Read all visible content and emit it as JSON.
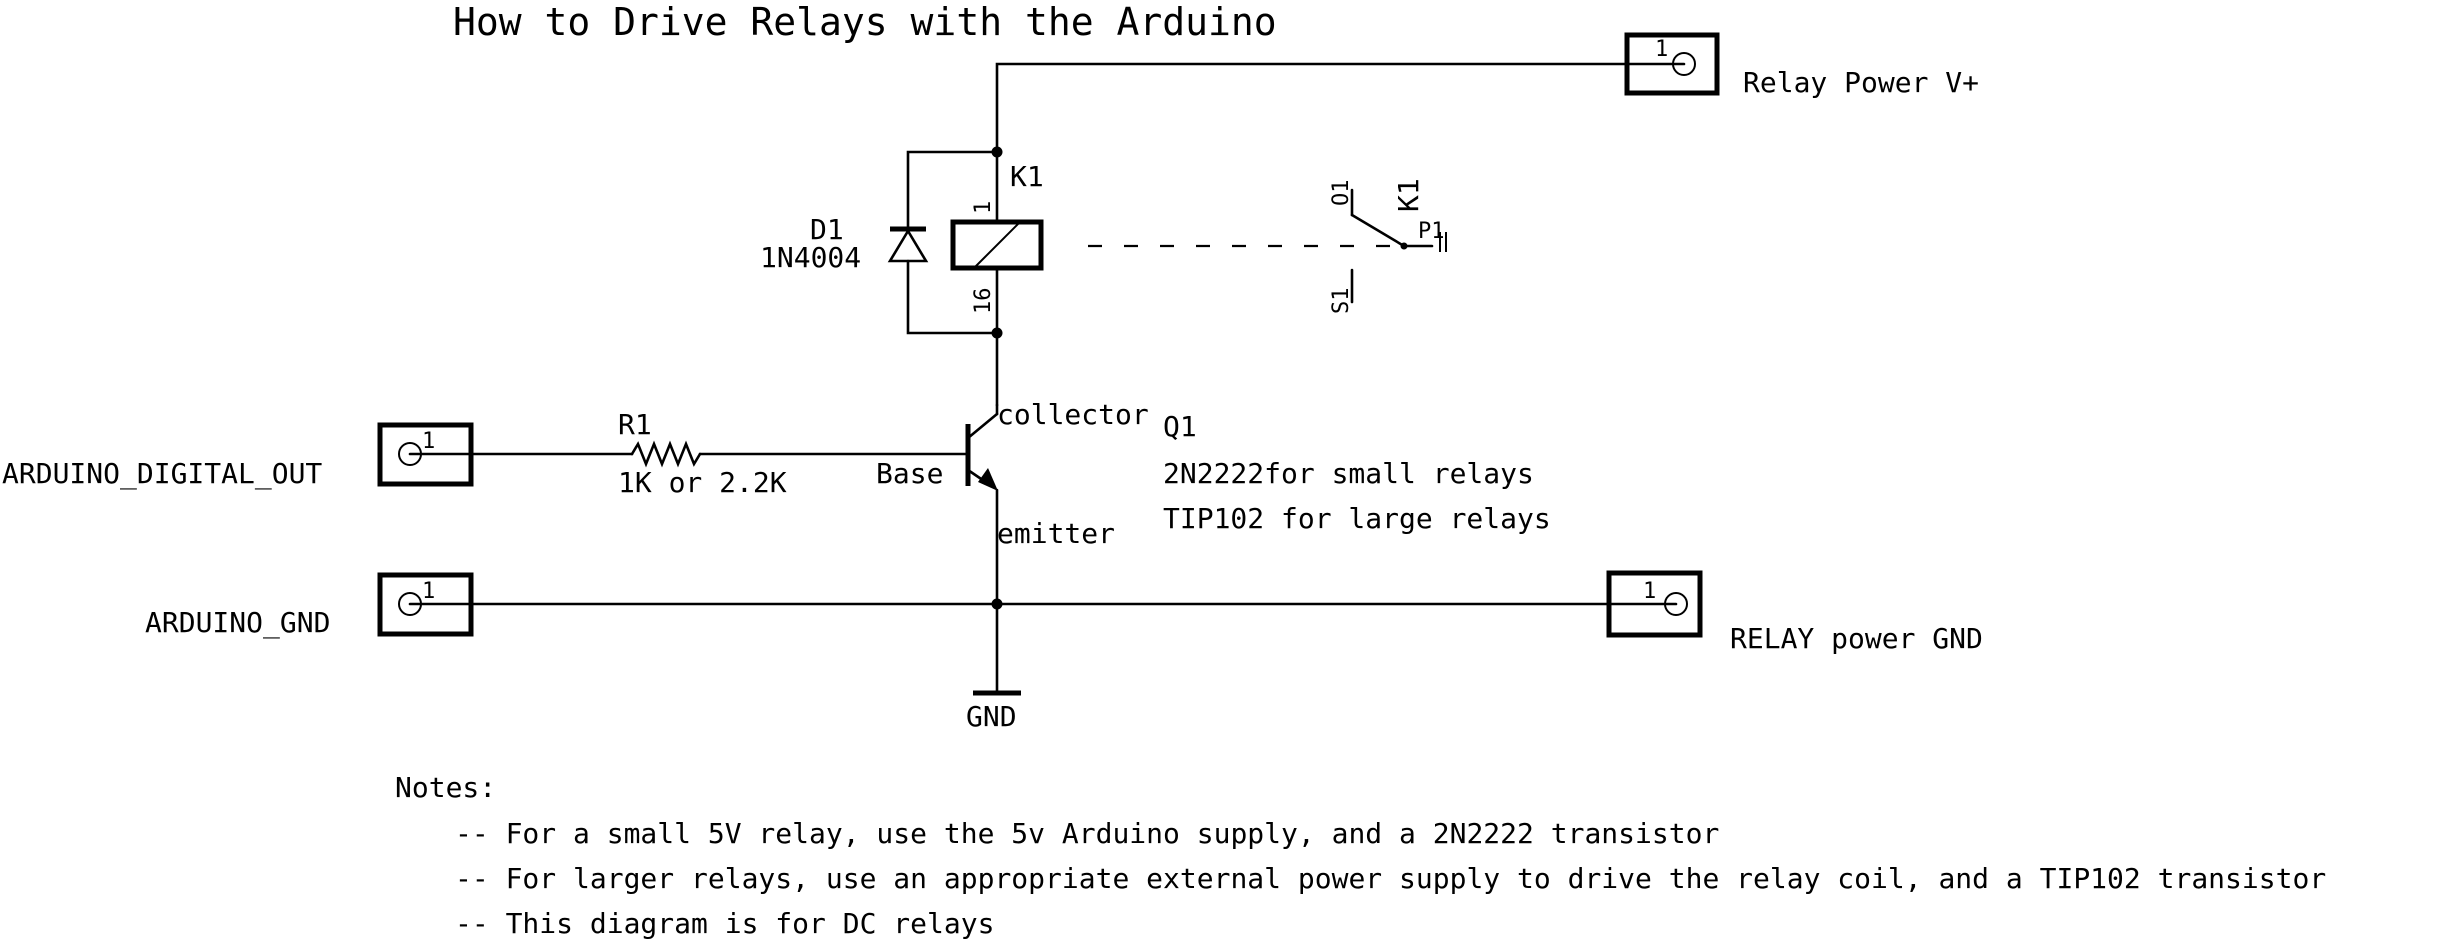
{
  "title": "How to Drive Relays with the Arduino",
  "connectors": {
    "relay_power": {
      "pin": "1",
      "label": "Relay Power V+"
    },
    "digital_out": {
      "pin": "1",
      "label": "ARDUINO_DIGITAL_OUT"
    },
    "arduino_gnd": {
      "pin": "1",
      "label": "ARDUINO_GND"
    },
    "relay_gnd": {
      "pin": "1",
      "label": "RELAY power GND"
    }
  },
  "relay": {
    "ref": "K1",
    "pin_top": "1",
    "pin_bottom": "16"
  },
  "relay_switch": {
    "ref": "K1",
    "o": "O1",
    "s": "S1",
    "p": "P1"
  },
  "diode": {
    "ref": "D1",
    "value": "1N4004"
  },
  "resistor": {
    "ref": "R1",
    "value": "1K or 2.2K"
  },
  "transistor": {
    "ref": "Q1",
    "collector": "collector",
    "base": "Base",
    "emitter": "emitter",
    "line1": "2N2222for small relays",
    "line2": "TIP102 for large relays"
  },
  "ground": {
    "label": "GND"
  },
  "notes": {
    "heading": "Notes:",
    "items": [
      "-- For a small 5V relay, use the 5v Arduino supply, and a 2N2222 transistor",
      "-- For larger relays, use an appropriate external power supply to drive the relay coil, and a TIP102 transistor",
      "-- This diagram is for DC relays"
    ]
  },
  "colors": {
    "ink": "#000000",
    "background": "#ffffff"
  }
}
